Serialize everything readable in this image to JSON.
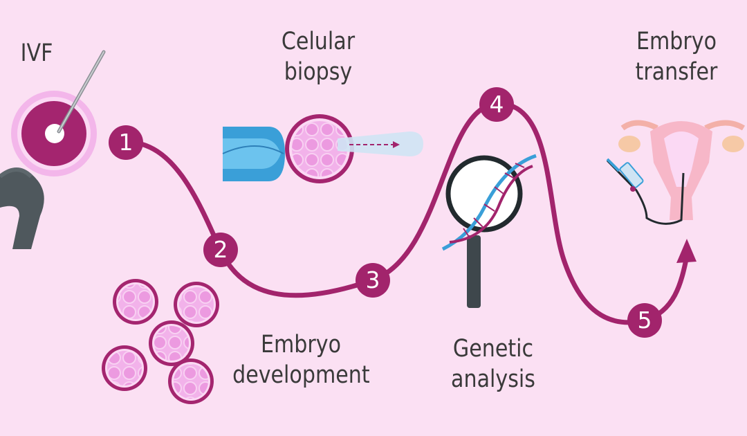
{
  "labels": {
    "ivf": "IVF",
    "biopsy": [
      "Celular",
      "biopsy"
    ],
    "transfer": [
      "Embryo",
      "transfer"
    ],
    "development": [
      "Embryo",
      "development"
    ],
    "analysis": [
      "Genetic",
      "analysis"
    ]
  },
  "steps": [
    "1",
    "2",
    "3",
    "4",
    "5"
  ],
  "colors": {
    "background": "#fbe0f3",
    "path": "#a2246c",
    "embryo": "#f0a8e4",
    "text": "#3a3a3a"
  }
}
